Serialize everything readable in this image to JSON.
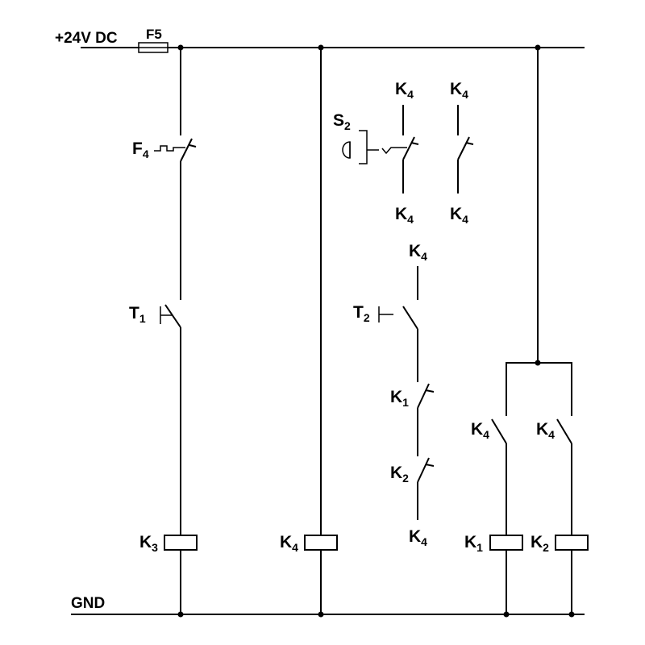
{
  "rails": {
    "supply": "+24V DC",
    "ground": "GND"
  },
  "fuse_main": "F5",
  "labels": {
    "f4": {
      "letter": "F",
      "sub": "4"
    },
    "t1": {
      "letter": "T",
      "sub": "1"
    },
    "k3_coil": {
      "letter": "K",
      "sub": "3"
    },
    "k4_coil": {
      "letter": "K",
      "sub": "4"
    },
    "s2": {
      "letter": "S",
      "sub": "2"
    },
    "s2_top": {
      "letter": "K",
      "sub": "4"
    },
    "s2_bottom": {
      "letter": "K",
      "sub": "4"
    },
    "k4c_top": {
      "letter": "K",
      "sub": "4"
    },
    "k4c_bottom": {
      "letter": "K",
      "sub": "4"
    },
    "t2_top": {
      "letter": "K",
      "sub": "4"
    },
    "t2": {
      "letter": "T",
      "sub": "2"
    },
    "k1_nc": {
      "letter": "K",
      "sub": "1"
    },
    "k2_nc": {
      "letter": "K",
      "sub": "2"
    },
    "t2_bottom": {
      "letter": "K",
      "sub": "4"
    },
    "k4_no_left": {
      "letter": "K",
      "sub": "4"
    },
    "k4_no_right": {
      "letter": "K",
      "sub": "4"
    },
    "k1_coil": {
      "letter": "K",
      "sub": "1"
    },
    "k2_coil": {
      "letter": "K",
      "sub": "2"
    }
  }
}
